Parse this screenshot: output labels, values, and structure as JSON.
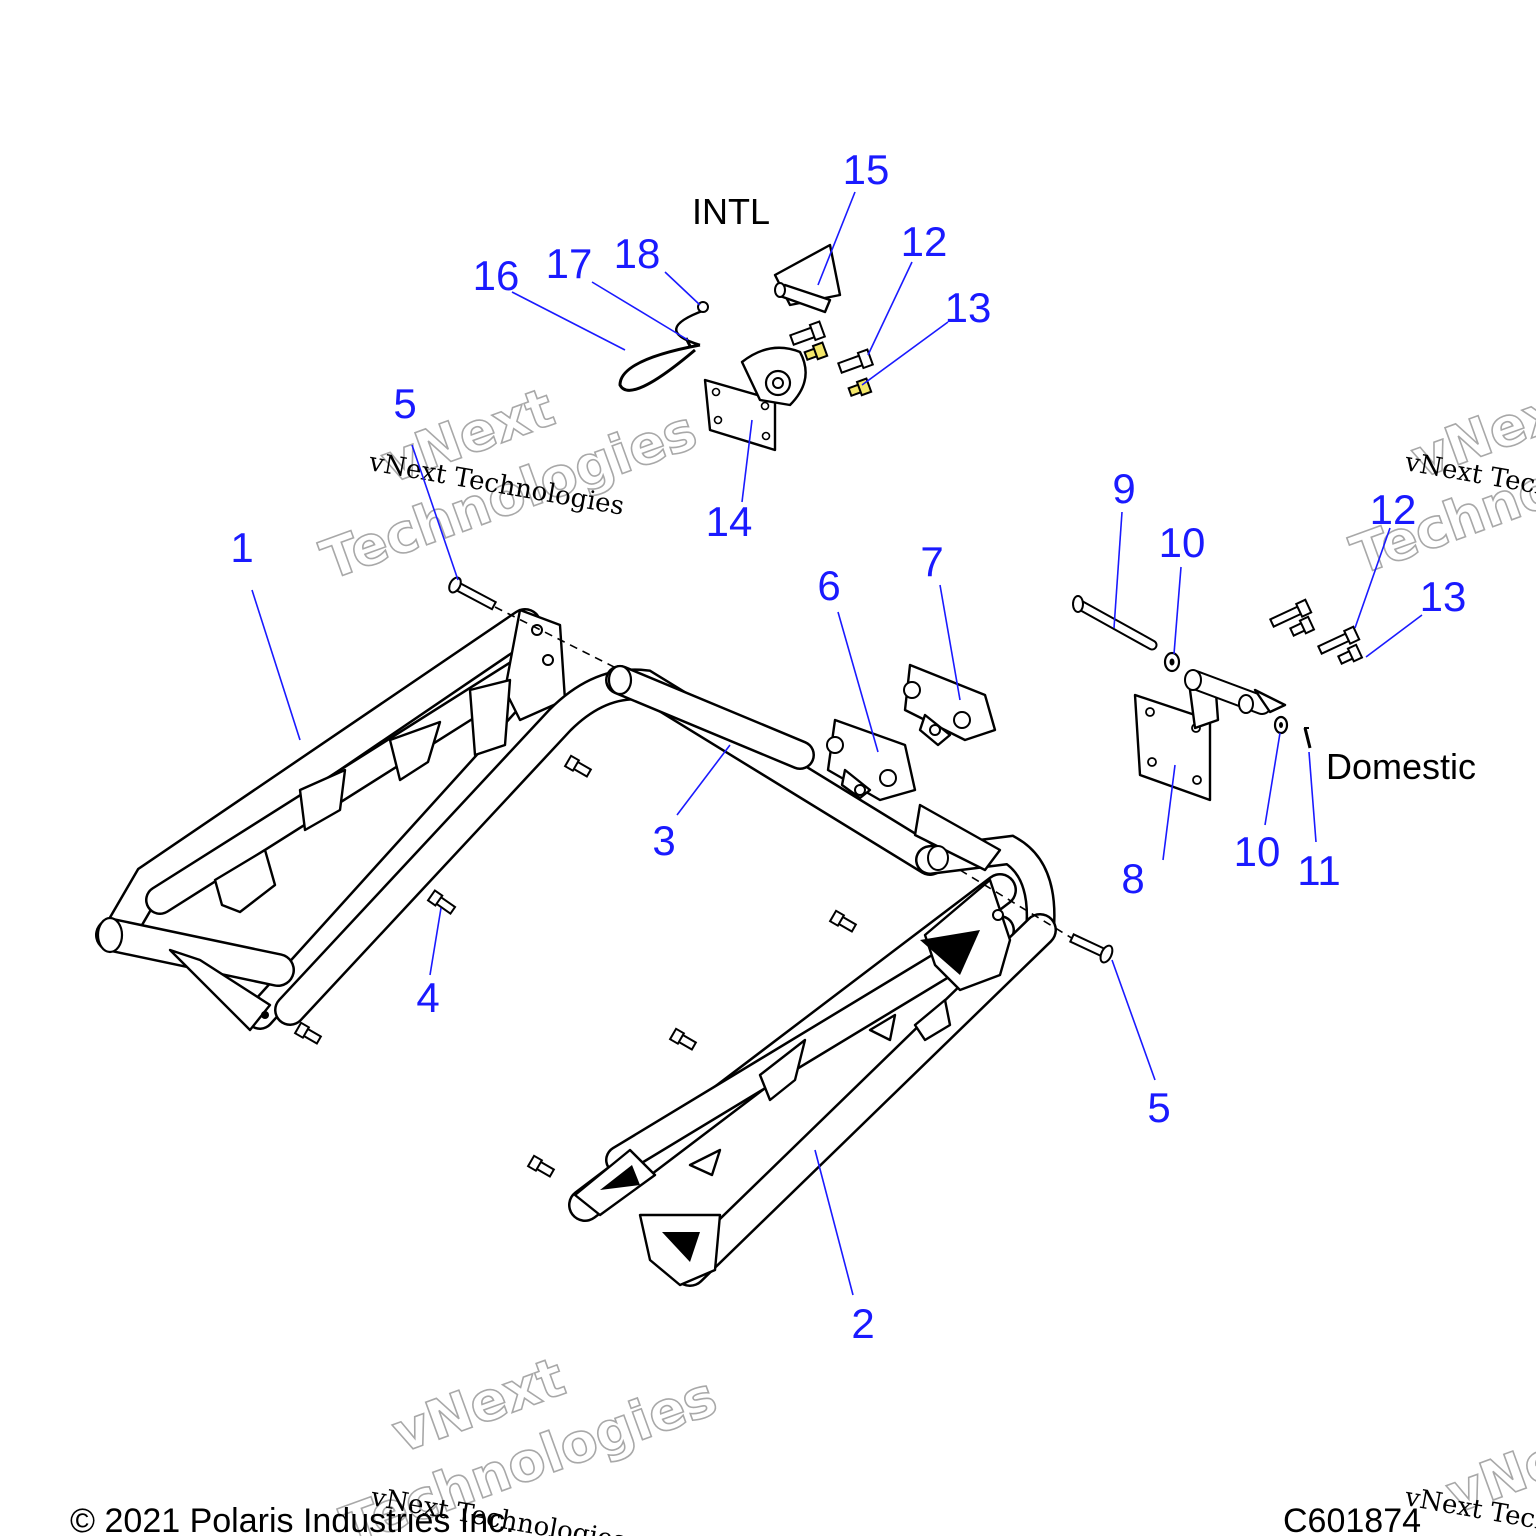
{
  "diagram": {
    "notes": {
      "intl": "INTL",
      "domestic": "Domestic"
    },
    "callouts": [
      {
        "id": "c1",
        "label": "1"
      },
      {
        "id": "c2",
        "label": "2"
      },
      {
        "id": "c3",
        "label": "3"
      },
      {
        "id": "c4",
        "label": "4"
      },
      {
        "id": "c5a",
        "label": "5"
      },
      {
        "id": "c5b",
        "label": "5"
      },
      {
        "id": "c6",
        "label": "6"
      },
      {
        "id": "c7",
        "label": "7"
      },
      {
        "id": "c8",
        "label": "8"
      },
      {
        "id": "c9",
        "label": "9"
      },
      {
        "id": "c10a",
        "label": "10"
      },
      {
        "id": "c10b",
        "label": "10"
      },
      {
        "id": "c11",
        "label": "11"
      },
      {
        "id": "c12a",
        "label": "12"
      },
      {
        "id": "c12b",
        "label": "12"
      },
      {
        "id": "c13a",
        "label": "13"
      },
      {
        "id": "c13b",
        "label": "13"
      },
      {
        "id": "c14",
        "label": "14"
      },
      {
        "id": "c15",
        "label": "15"
      },
      {
        "id": "c16",
        "label": "16"
      },
      {
        "id": "c17",
        "label": "17"
      },
      {
        "id": "c18",
        "label": "18"
      }
    ],
    "colors": {
      "callout": "#1a1aff",
      "line": "#000000",
      "fastener_highlight": "#f4e76a"
    }
  },
  "footer": {
    "copyright": "© 2021 Polaris Industries Inc.",
    "figure_id": "C601874"
  },
  "watermarks": {
    "small": "vNext Technologies",
    "big_line1": "vNext",
    "big_line2": "Technologies"
  }
}
